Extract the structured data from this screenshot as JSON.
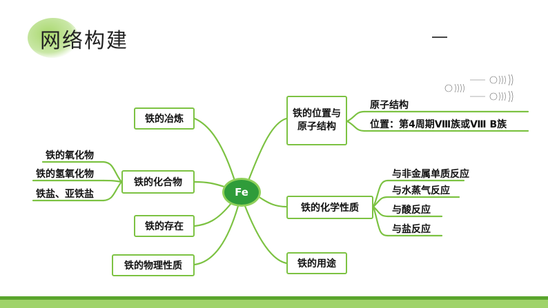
{
  "header": {
    "title": "网络构建"
  },
  "center": {
    "label": "Fe"
  },
  "left_nodes": {
    "smelting": "铁的冶炼",
    "compounds": "铁的化合物",
    "existence": "铁的存在",
    "physical": "铁的物理性质"
  },
  "compound_leaves": [
    "铁的氧化物",
    "铁的氢氧化物",
    "铁盐、亚铁盐"
  ],
  "right_nodes": {
    "position": "铁的位置与原子结构",
    "chemical": "铁的化学性质",
    "uses": "铁的用途"
  },
  "position_leaves": [
    "原子结构",
    "位置：第4周期Ⅷ族或Ⅷ B族"
  ],
  "chemical_leaves": [
    "与非金属单质反应",
    "与水蒸气反应",
    "与酸反应",
    "与盐反应"
  ],
  "colors": {
    "accent": "#7cc242",
    "center": "#2f9c3a",
    "footer": "#5aa52d"
  }
}
